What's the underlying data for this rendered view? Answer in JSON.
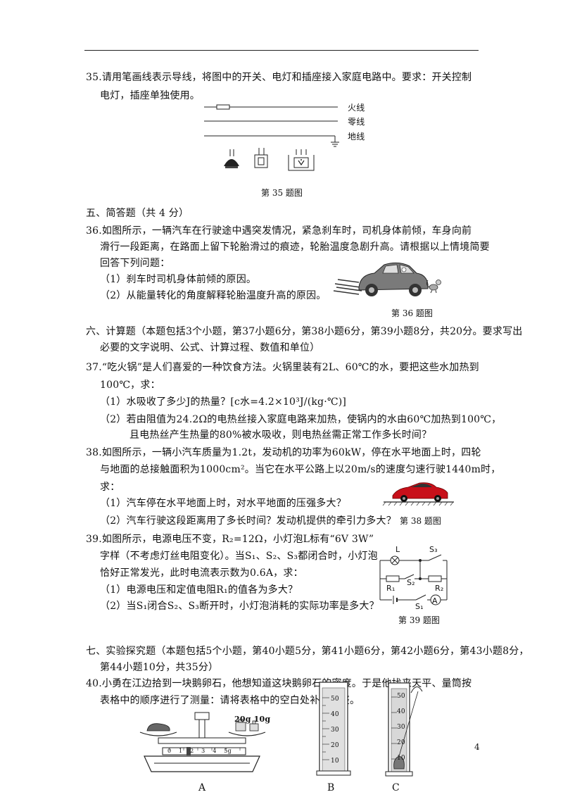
{
  "q35": {
    "line1": "35.请用笔画线表示导线，将图中的开关、电灯和插座接入家庭电路中。要求：开关控制",
    "line2": "电灯，插座单独使用。",
    "wire_live": "火线",
    "wire_neutral": "零线",
    "wire_ground": "地线",
    "caption": "第 35 题图"
  },
  "sec5": {
    "title": "五、简答题（共 4 分）"
  },
  "q36": {
    "line1": "36.如图所示，一辆汽车在行驶途中遇突发情况，紧急刹车时，司机身体前倾，车身向前",
    "line2": "滑行一段距离，在路面上留下轮胎滑过的痕迹，轮胎温度急剧升高。请根据以上情境简要",
    "line3": "回答下列问题：",
    "sub1": "（1）刹车时司机身体前倾的原因。",
    "sub2": "（2）从能量转化的角度解释轮胎温度升高的原因。",
    "caption": "第 36 题图"
  },
  "sec6": {
    "line1": "六、计算题（本题包括3个小题，第37小题6分，第38小题6分，第39小题8分，共20分。要求写出",
    "line2": "必要的文字说明、公式、计算过程、数值和单位）"
  },
  "q37": {
    "line1": "37.“吃火锅”是人们喜爱的一种饮食方法。火锅里装有2L、60℃的水，要把这些水加热到",
    "line2": "100℃，求：",
    "sub1": "（1）水吸收了多少J的热量？[c水=4.2×10³J/(kg·℃)]",
    "sub2a": "（2）若由阻值为24.2Ω的电热丝接入家庭电路来加热，使锅内的水由60℃加热到100℃，",
    "sub2b": "且电热丝产生热量的80%被水吸收，则电热丝需正常工作多长时间？"
  },
  "q38": {
    "line1": "38.如图所示，一辆小汽车质量为1.2t，发动机的功率为60kW，停在水平地面上时，四轮",
    "line2": "与地面的总接触面积为1000cm²。当它在水平公路上以20m/s的速度匀速行驶1440m时，",
    "line3": "求：",
    "sub1": "（1）汽车停在水平地面上时，对水平地面的压强多大？",
    "sub2": "（2）汽车行驶这段距离用了多长时间？发动机提供的牵引力多大？",
    "caption": "第 38 题图"
  },
  "q39": {
    "line1": "39.如图所示，电源电压不变，R₂=12Ω，小灯泡L标有“6V 3W”",
    "line2": "字样（不考虑灯丝电阻变化）。当S₁、S₂、S₃都闭合时，小灯泡",
    "line3": "恰好正常发光，此时电流表示数为0.6A，求：",
    "sub1": "（1）电源电压和定值电阻R₁的值各为多大？",
    "sub2": "（2）当S₁闭合S₂、S₃断开时，小灯泡消耗的实际功率是多大？",
    "caption": "第 39 题图",
    "labels": {
      "L": "L",
      "S3": "S₃",
      "R1": "R₁",
      "S2": "S₂",
      "R2": "R₂",
      "S1": "S₁",
      "A": "A"
    }
  },
  "sec7": {
    "line1": "七、实验探究题（本题包括5个小题，第40小题5分，第41小题6分，第42小题6分，第43小题8分，",
    "line2": "第44小题10分，共35分）"
  },
  "q40": {
    "line1": "40.小勇在江边拾到一块鹅卵石，他想知道这块鹅卵石的密度。于是他找来天平、量筒按",
    "line2": "表格中的顺序进行了测量：请将表格中的空白处补充完整。",
    "weights": "20g  10g",
    "label_a": "A",
    "label_b": "B",
    "label_c": "C",
    "scale_ticks": [
      "0",
      "1",
      "2",
      "3",
      "4",
      "5g"
    ],
    "cyl_ticks": [
      "50",
      "40",
      "30",
      "20",
      "10"
    ]
  },
  "page_number": "4"
}
